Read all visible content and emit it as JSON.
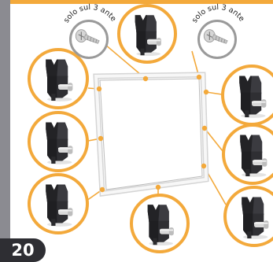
{
  "page": {
    "number": "20"
  },
  "screws": [
    {
      "name": "screw-left",
      "label": "solo sul 3 ante"
    },
    {
      "name": "screw-right",
      "label": "solo sul 3 ante"
    }
  ],
  "colors": {
    "accent": "#f3a93b",
    "sidebar": "#8b8b91",
    "badge": "#2e2e33",
    "part": "#2f2f33",
    "frame": "#e6e6e6"
  },
  "icons": {
    "part": "hinge-clip-icon",
    "screw": "screw-icon"
  }
}
